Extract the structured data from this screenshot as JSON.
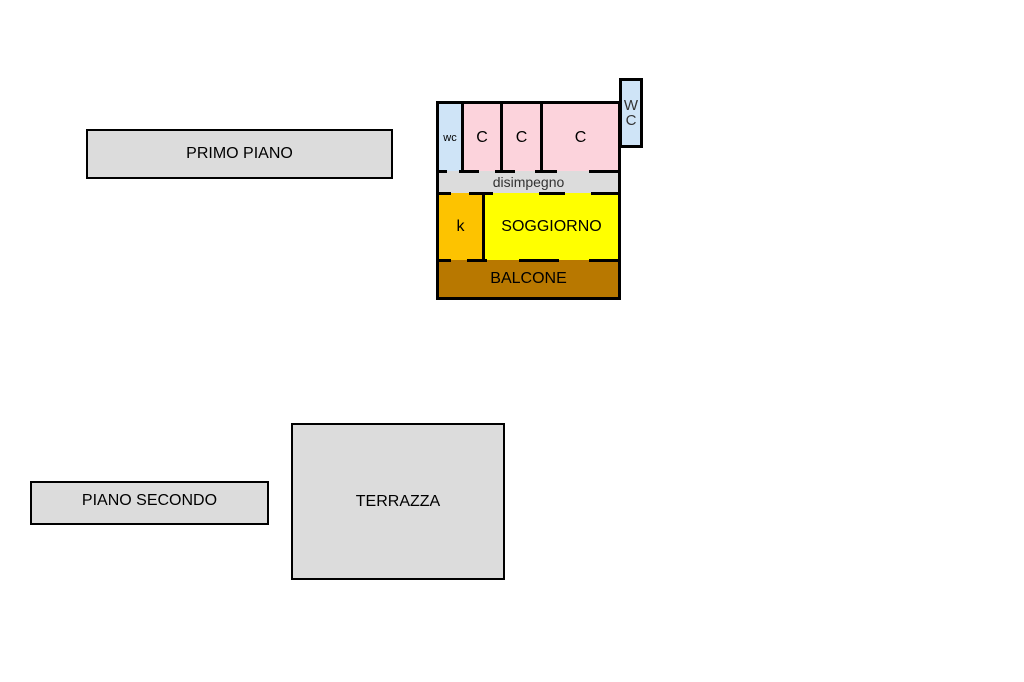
{
  "labels": {
    "first_floor": "PRIMO PIANO",
    "second_floor": "PIANO SECONDO",
    "terrace": "TERRAZZA"
  },
  "rooms": {
    "wc_left": "wc",
    "bedroom_1": "C",
    "bedroom_2": "C",
    "bedroom_3": "C",
    "wc_right_line1": "W",
    "wc_right_line2": "C",
    "hallway": "disimpegno",
    "kitchen": "k",
    "living_room": "SOGGIORNO",
    "balcony": "BALCONE"
  },
  "colors": {
    "wc": "#cfe4f7",
    "bedroom": "#fcd3dc",
    "hallway": "#dcdcdc",
    "kitchen": "#fdc300",
    "living": "#ffff00",
    "balcony": "#b87800",
    "label_box": "#dcdcdc"
  }
}
